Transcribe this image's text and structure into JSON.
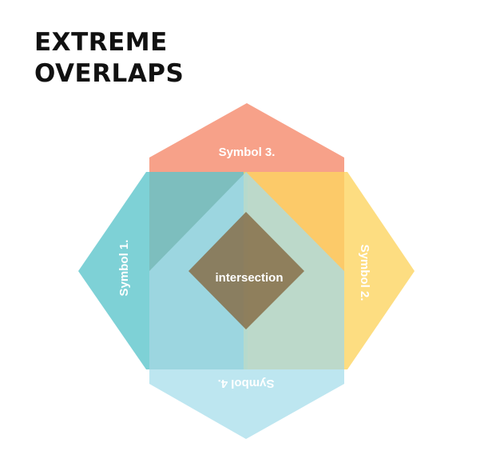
{
  "title": {
    "line1": "EXTREME",
    "line2": "OVERLAPS"
  },
  "diagram": {
    "type": "venn",
    "sets": [
      {
        "label": "Symbol 1.",
        "color": "#5ec6cc",
        "orientation": "left"
      },
      {
        "label": "Symbol 2.",
        "color": "#fdd462",
        "orientation": "right"
      },
      {
        "label": "Symbol 3.",
        "color": "#a7ddeb",
        "orientation": "top"
      },
      {
        "label": "Symbol 4.",
        "color": "#f58a6c",
        "orientation": "bottom"
      }
    ],
    "intersection_label": "intersection",
    "intersection_color": "#876f49"
  }
}
